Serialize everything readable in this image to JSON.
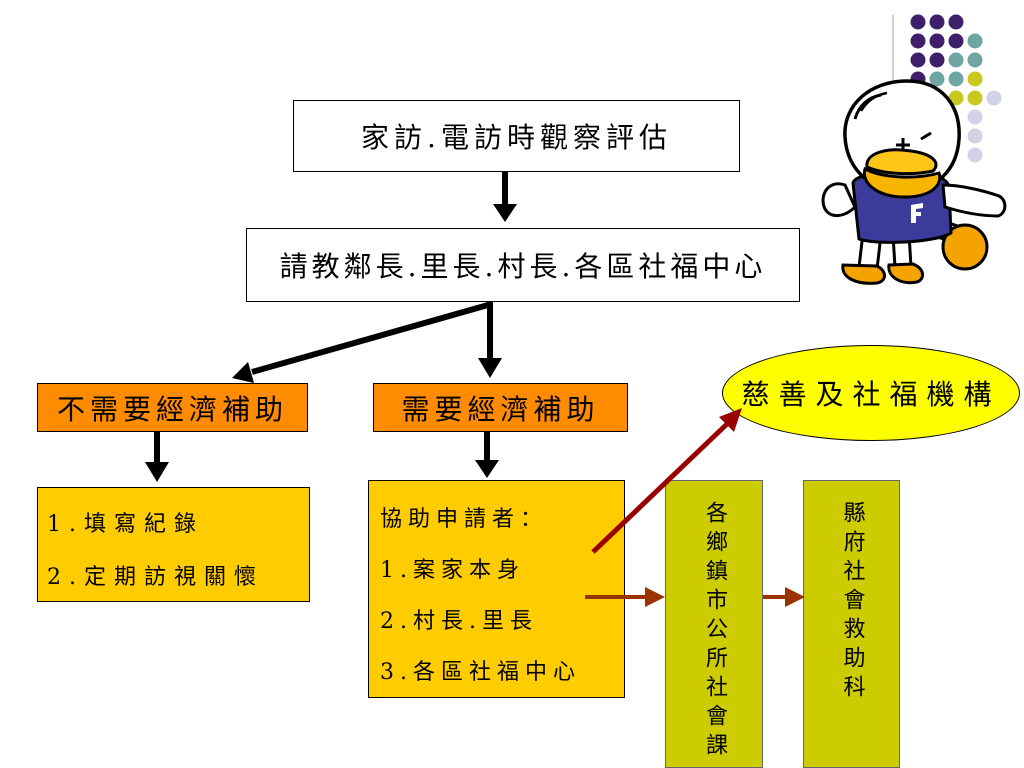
{
  "slide": {
    "assess_box": {
      "label": "家訪.電訪時觀察評估"
    },
    "consult_box": {
      "label": "請教鄰長.里長.村長.各區社福中心"
    },
    "no_aid": {
      "header": "不需要經濟補助",
      "items": [
        "1.填寫紀錄",
        "2.定期訪視關懷"
      ]
    },
    "aid": {
      "header": "需要經濟補助",
      "title": "協助申請者：",
      "items": [
        "1.案家本身",
        "2.村長.里長",
        "3.各區社福中心"
      ]
    },
    "charity": {
      "label": "慈善及社福機構"
    },
    "town_office": {
      "label": "各鄉鎮市公所社會課"
    },
    "county_office": {
      "label": "縣府社會救助科"
    }
  },
  "decorations": {
    "mascot_icon": "duck-mascot-icon",
    "dot_pattern": "dot-grid-decoration"
  },
  "colors": {
    "header_orange": "#FF8C00",
    "detail_gold": "#FFCC00",
    "office_olive": "#CCCC00",
    "charity_yellow": "#FFFF00",
    "arrow_black": "#000000",
    "arrow_dark_red": "#990000",
    "arrow_brown": "#993300",
    "dot_purple": "#3D1F6A",
    "dot_teal": "#6FA5A3",
    "dot_yellow": "#C8C81E",
    "dot_lavender": "#D2D2E6",
    "divider_gray": "#A0A0A0"
  }
}
